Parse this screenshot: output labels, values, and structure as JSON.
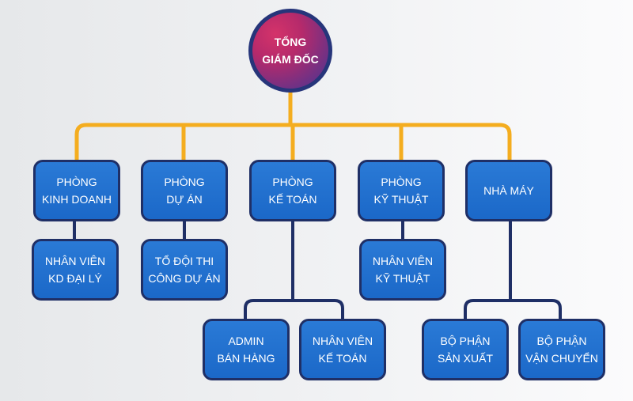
{
  "ceo": {
    "line1": "TỔNG",
    "line2": "GIÁM ĐỐC"
  },
  "departments": [
    {
      "line1": "PHÒNG",
      "line2": "KINH DOANH"
    },
    {
      "line1": "PHÒNG",
      "line2": "DỰ ÁN"
    },
    {
      "line1": "PHÒNG",
      "line2": "KẾ TOÁN"
    },
    {
      "line1": "PHÒNG",
      "line2": "KỸ THUẬT"
    },
    {
      "line1": "NHÀ MÁY",
      "line2": ""
    }
  ],
  "sub_units": [
    {
      "line1": "NHÂN VIÊN",
      "line2": "KD ĐẠI LÝ"
    },
    {
      "line1": "TỔ ĐỘI THI",
      "line2": "CÔNG DỰ ÁN"
    },
    {
      "line1": "NHÂN VIÊN",
      "line2": "KỸ THUẬT"
    },
    {
      "line1": "ADMIN",
      "line2": "BÁN HÀNG"
    },
    {
      "line1": "NHÂN VIÊN",
      "line2": "KẾ TOÁN"
    },
    {
      "line1": "BỘ PHẬN",
      "line2": "SẢN XUẤT"
    },
    {
      "line1": "BỘ PHẬN",
      "line2": "VẬN CHUYỂN"
    }
  ],
  "colors": {
    "connector_top": "#f4ad1f",
    "connector_bottom": "#1f2f66",
    "node_fill": "#1b68c8",
    "node_border": "#1f2f66",
    "ceo_fill": "#b62a6b"
  }
}
